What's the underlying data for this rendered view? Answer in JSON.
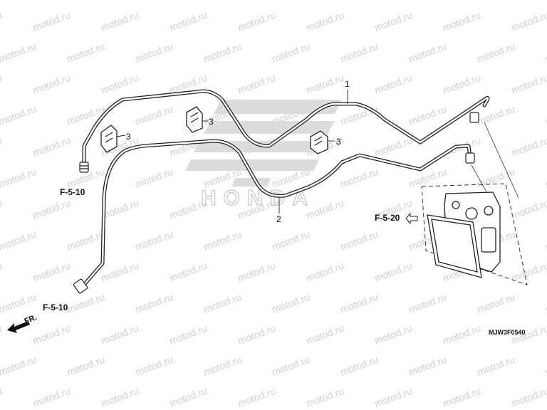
{
  "watermark": {
    "text": "motod.ru",
    "color": "#cccccc"
  },
  "logo": {
    "text": "HONDA"
  },
  "parts": {
    "p1": "1",
    "p2": "2",
    "p3a": "3",
    "p3b": "3",
    "p3c": "3"
  },
  "refs": {
    "ref_top_left": "F-5-10",
    "ref_bottom_left": "F-5-10",
    "ref_abs": "F-5-20"
  },
  "direction": {
    "label": "FR."
  },
  "drawing_code": "MJW3F0540"
}
